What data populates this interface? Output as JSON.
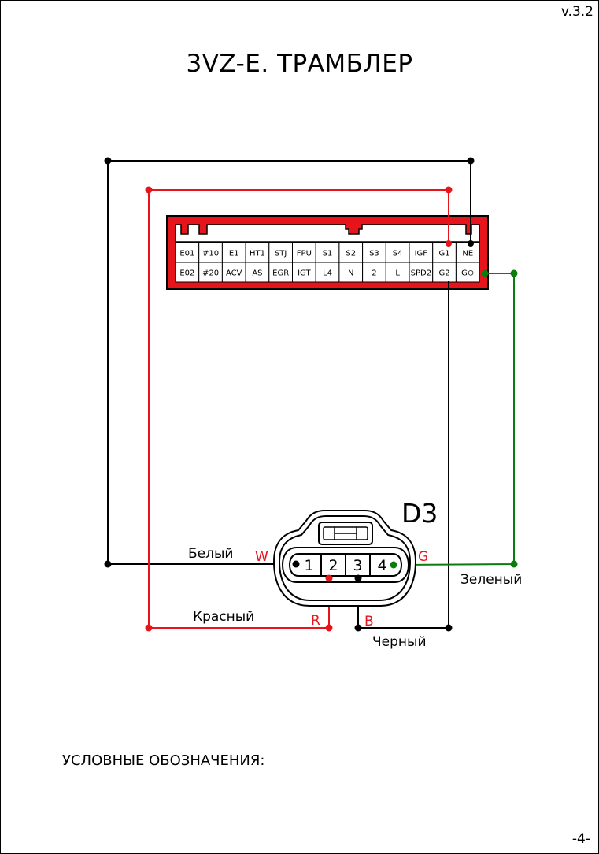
{
  "header": {
    "version": "v.3.2",
    "title": "3VZ-E. ТРАМБЛЕР"
  },
  "ecu_connector": {
    "top_row": [
      "E01",
      "#10",
      "E1",
      "HT1",
      "STJ",
      "FPU",
      "S1",
      "S2",
      "S3",
      "S4",
      "IGF",
      "G1",
      "NE"
    ],
    "bottom_row": [
      "E02",
      "#20",
      "ACV",
      "AS",
      "EGR",
      "IGT",
      "L4",
      "N",
      "2",
      "L",
      "SPD2",
      "G2",
      "G⊖"
    ],
    "housing_color": "#e8141c"
  },
  "sensor_connector": {
    "name": "D3",
    "pins": [
      "1",
      "2",
      "3",
      "4"
    ]
  },
  "wires": {
    "white": {
      "label": "Белый",
      "code": "W",
      "color": "#000000"
    },
    "red": {
      "label": "Красный",
      "code": "R",
      "color": "#e8141c"
    },
    "black": {
      "label": "Черный",
      "code": "B",
      "color": "#000000"
    },
    "green": {
      "label": "Зеленый",
      "code": "G",
      "color": "#0a7d0a"
    }
  },
  "legend": {
    "title": "УСЛОВНЫЕ ОБОЗНАЧЕНИЯ:"
  },
  "footer": {
    "page_number": "-4-"
  }
}
